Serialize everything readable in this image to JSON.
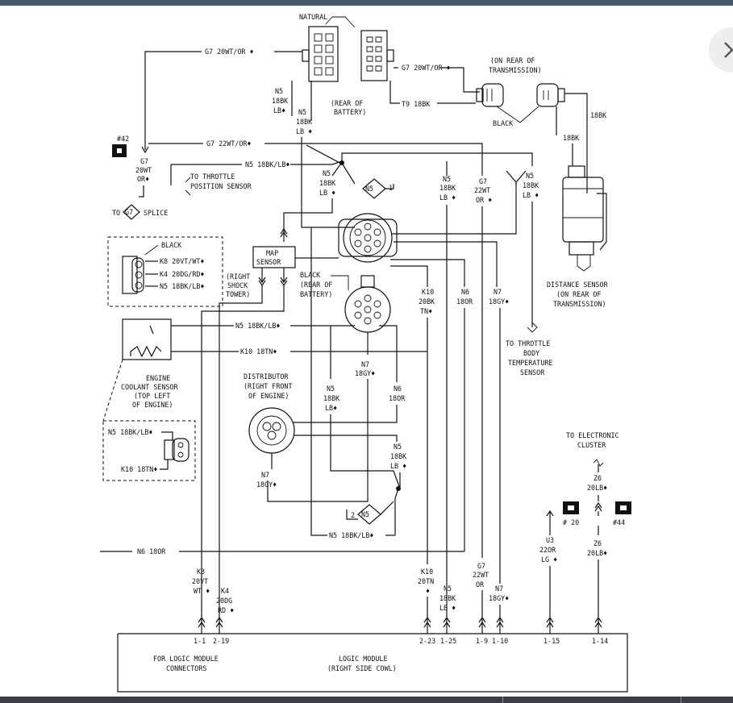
{
  "labels": {
    "natural": "NATURAL",
    "g7_20wt_or_top": "G7 20WT/OR ♦",
    "g7_20wt_or_right": "G7 20WT/OR ♦",
    "rear_of_trans_1": "(ON REAR OF",
    "rear_of_trans_2": "TRANSMISSION)",
    "rear_battery_1": "(REAR OF",
    "rear_battery_2": "BATTERY)",
    "t9_18bk": "T9 18BK",
    "black_top": "BLACK",
    "bk18_right": "18BK",
    "bk18_mid": "18BK",
    "n5_a_1": "N5",
    "n5_a_2": "18BK",
    "n5_a_3": "LB♦",
    "n5_b_1": "N5",
    "n5_b_2": "18BK",
    "n5_b_3": "LB ♦",
    "ref42": "#42",
    "g7_left_1": "G7",
    "g7_left_2": "20WT",
    "g7_left_3": "OR♦",
    "g7_22wt_or": "G7 22WT/OR♦",
    "n5_18bk_lb_top": "N5 18BK/LB♦",
    "tps_1": "TO THROTTLE",
    "tps_2": "POSITION SENSOR",
    "to_g7_1": "TO",
    "to_g7_2": "SPLICE",
    "g7_diamond": "G7",
    "n5_diamond_top": "N5",
    "n5_diamond_top_num": "1",
    "n5_c_1": "N5",
    "n5_c_2": "18BK",
    "n5_c_3": "LB ♦",
    "n5_d_1": "N5",
    "n5_d_2": "18BK",
    "n5_d_3": "LB ♦",
    "g7_22wt_1": "G7",
    "g7_22wt_2": "22WT",
    "g7_22wt_3": "OR ♦",
    "n5_e_1": "N5",
    "n5_e_2": "18BK",
    "n5_e_3": "LB ♦",
    "black_map": "BLACK",
    "k8_map": "K8 20VT/WT♦",
    "k4_map": "K4 20DG/RD♦",
    "n5_map": "N5 18BK/LB♦",
    "map_sensor_1": "MAP",
    "map_sensor_2": "SENSOR",
    "shock_1": "(RIGHT",
    "shock_2": "SHOCK",
    "shock_3": "TOWER)",
    "black_dist": "BLACK",
    "rear_batt2_1": "(REAR OF",
    "rear_batt2_2": "BATTERY)",
    "k10_a_1": "K10",
    "k10_a_2": "20BK",
    "k10_a_3": "TN♦",
    "n6_a_1": "N6",
    "n6_a_2": "18OR",
    "n7_a_1": "N7",
    "n7_a_2": "18GY♦",
    "distance_1": "DISTANCE SENSOR",
    "distance_2": "(ON REAR OF",
    "distance_3": "TRANSMISSION)",
    "n5_18bk_lb_mid": "N5 18BK/LB♦",
    "k10_18tn": "K10 18TN♦",
    "n7_b_1": "N7",
    "n7_b_2": "18GY♦",
    "throttle_body_1": "TO THROTTLE",
    "throttle_body_2": "BODY",
    "throttle_body_3": "TEMPERATURE",
    "throttle_body_4": "SENSOR",
    "ects_1": "ENGINE",
    "ects_2": "COOLANT SENSOR",
    "ects_3": "(TOP LEFT",
    "ects_4": "OF ENGINE)",
    "distributor_1": "DISTRIBUTOR",
    "distributor_2": "(RIGHT FRONT",
    "distributor_3": "OF ENGINE)",
    "n5_f_1": "N5",
    "n5_f_2": "18BK",
    "n5_f_3": "LB♦",
    "n6_b_1": "N6",
    "n6_b_2": "18OR",
    "n5_ects": "N5 18BK/LB♦",
    "k10_ects": "K10 18TN♦",
    "n5_g_1": "N5",
    "n5_g_2": "18BK",
    "n5_g_3": "LB ♦",
    "n7_c_1": "N7",
    "n7_c_2": "18GY♦",
    "n5_diamond_bot_num": "2",
    "n5_diamond_bot": "N5",
    "n5_18bk_lb_bot": "N5 18BK/LB♦",
    "n6_18or_bot": "N6 18OR",
    "to_cluster_1": "TO ELECTRONIC",
    "to_cluster_2": "CLUSTER",
    "z6_a_1": "Z6",
    "z6_a_2": "20LB♦",
    "ref20": "# 20",
    "ref44": "#44",
    "u3_1": "U3",
    "u3_2": "22OR",
    "u3_3": "LG ♦",
    "z6_b_1": "Z6",
    "z6_b_2": "20LB♦",
    "k8_bot_1": "K8",
    "k8_bot_2": "20VT",
    "k8_bot_3": "WT ♦",
    "k4_bot_1": "K4",
    "k4_bot_2": "20DG",
    "k4_bot_3": "RD ♦",
    "k10_bot_1": "K10",
    "k10_bot_2": "20TN",
    "k10_bot_3": "♦",
    "n5_bot_1": "N5",
    "n5_bot_2": "18BK",
    "n5_bot_3": "LB ♦",
    "g7_bot_1": "G7",
    "g7_bot_2": "22WT",
    "g7_bot_3": "OR",
    "n7_bot_1": "N7",
    "n7_bot_2": "18GY♦",
    "pin_1_1": "1-1",
    "pin_2_19": "2-19",
    "pin_2_23": "2-23",
    "pin_1_25": "1-25",
    "pin_1_9": "1-9",
    "pin_1_10": "1-10",
    "pin_1_15": "1-15",
    "pin_1_14": "1-14",
    "logic_conn_1": "FOR LOGIC MODULE",
    "logic_conn_2": "CONNECTORS",
    "logic_mod_1": "LOGIC MODULE",
    "logic_mod_2": "(RIGHT SIDE COWL)"
  },
  "icons": {
    "next": "chevron-right-icon"
  }
}
